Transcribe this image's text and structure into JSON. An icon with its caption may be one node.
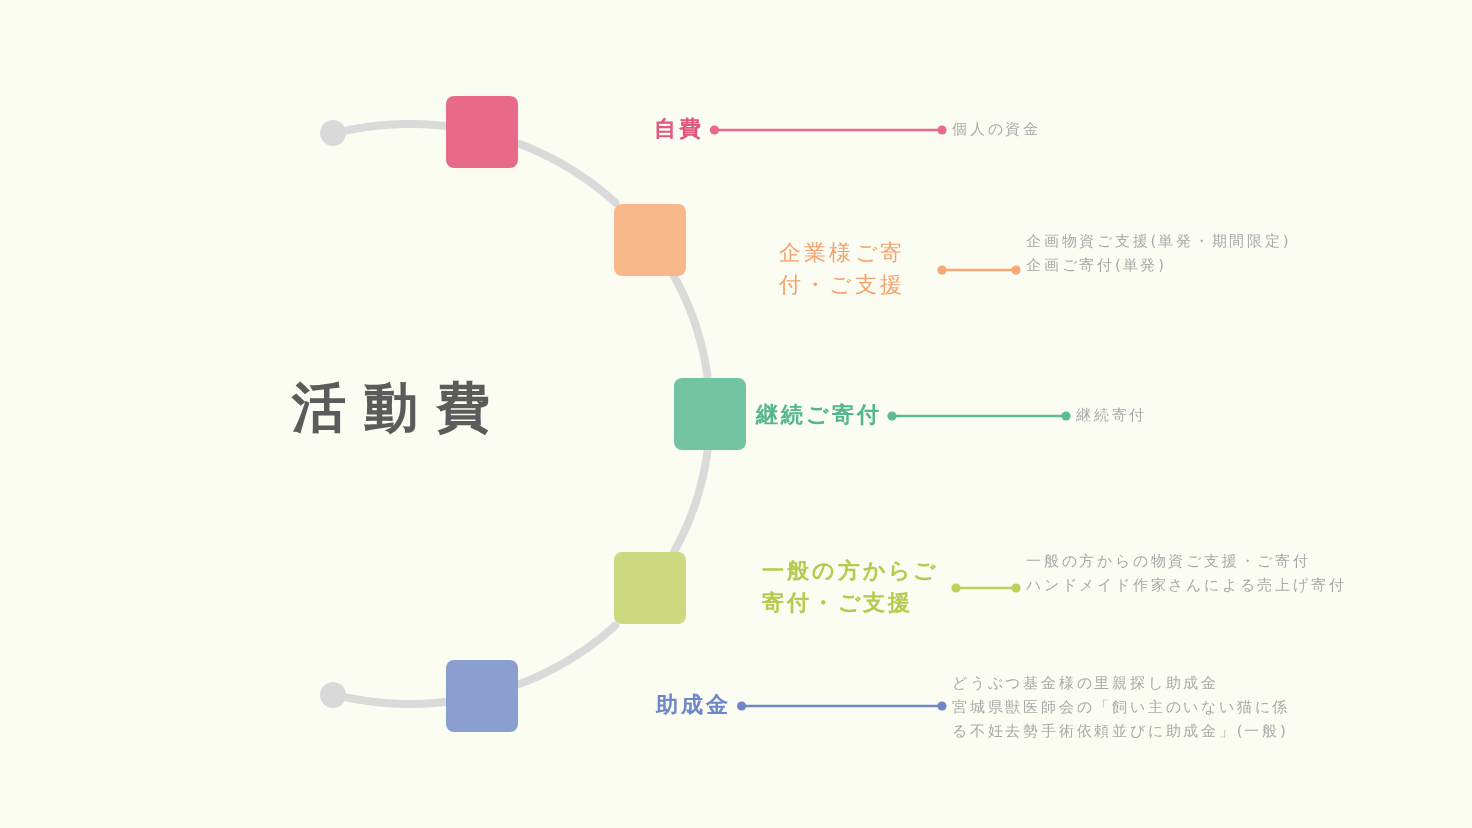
{
  "diagram": {
    "title": "活動費",
    "nodes": [
      {
        "text": [],
        "shape": "circle"
      },
      {
        "text": [],
        "shape": "box"
      },
      {
        "text": [
          "自費"
        ]
      },
      {
        "text": [
          "個人の資金"
        ]
      },
      {
        "text": [],
        "shape": "box"
      },
      {
        "text": [
          "企業様ご寄付・ご支援"
        ]
      },
      {
        "text": [
          "企画物資ご支援(単発・期間限定)",
          "企画ご寄付(単発)"
        ]
      },
      {
        "text": [],
        "shape": "box"
      },
      {
        "text": [
          "継続ご寄付"
        ]
      },
      {
        "text": [
          "継続寄付"
        ]
      },
      {
        "text": [],
        "shape": "box"
      },
      {
        "text": [
          "一般の方からご寄付・ご支援"
        ]
      },
      {
        "text": [
          "一般の方からの物資ご支援・ご寄付",
          "ハンドメイド作家さんによる売上げ寄付"
        ]
      },
      {
        "text": [],
        "shape": "box"
      },
      {
        "text": [
          "助成金"
        ]
      },
      {
        "text": [
          "どうぶつ基金様の里親探し助成金",
          "宮城県獣医師会の「飼い主のいない猫に係る不妊去勢手術依頼並びに助成金」(一般)"
        ]
      },
      {
        "text": [],
        "shape": "circle"
      }
    ],
    "edges": [
      {
        "from": 0,
        "to": 1,
        "arrow": "none"
      },
      {
        "from": 1,
        "to": 4,
        "arrow": "none"
      },
      {
        "from": 4,
        "to": 7,
        "arrow": "none"
      },
      {
        "from": 7,
        "to": 10,
        "arrow": "none"
      },
      {
        "from": 10,
        "to": 13,
        "arrow": "none"
      },
      {
        "from": 13,
        "to": 16,
        "arrow": "none"
      },
      {
        "from": 2,
        "to": 3,
        "arrow": "other",
        "color": "#e8698a"
      },
      {
        "from": 5,
        "to": 6,
        "arrow": "other",
        "color": "#f5a872"
      },
      {
        "from": 8,
        "to": 9,
        "arrow": "other",
        "color": "#5dbb95"
      },
      {
        "from": 11,
        "to": 12,
        "arrow": "other",
        "color": "#bcd05a"
      },
      {
        "from": 14,
        "to": 15,
        "arrow": "other",
        "color": "#6f87c9"
      }
    ]
  }
}
